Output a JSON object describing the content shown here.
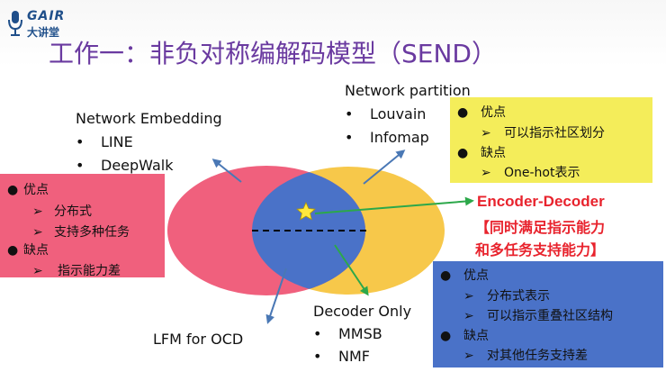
{
  "logo": {
    "brand": "GAIR",
    "brand_cn": "大讲堂"
  },
  "title": "工作一：非负对称编解码模型（SEND）",
  "network_embedding": {
    "heading": "Network Embedding",
    "items": [
      "LINE",
      "DeepWalk"
    ]
  },
  "network_partition": {
    "heading": "Network partition",
    "items": [
      "Louvain",
      "Infomap"
    ]
  },
  "decoder_only": {
    "heading": "Decoder Only",
    "items": [
      "MMSB",
      "NMF"
    ]
  },
  "lfm": {
    "label": "LFM for OCD"
  },
  "pink_box": {
    "pros_heading": "优点",
    "pros": [
      "分布式",
      "支持多种任务"
    ],
    "cons_heading": "缺点",
    "cons": [
      "指示能力差"
    ]
  },
  "yellow_box": {
    "pros_heading": "优点",
    "pros": [
      "可以指示社区划分"
    ],
    "cons_heading": "缺点",
    "cons": [
      "One-hot表示"
    ]
  },
  "blue_box": {
    "pros_heading": "优点",
    "pros": [
      "分布式表示",
      "可以指示重叠社区结构"
    ],
    "cons_heading": "缺点",
    "cons": [
      "对其他任务支持差"
    ]
  },
  "encoder_decoder": {
    "title": "Encoder-Decoder",
    "line1": "【同时满足指示能力",
    "line2": "和多任务支持能力】"
  },
  "colors": {
    "pink": "#f0607d",
    "yellow": "#f4ed5a",
    "blue": "#4a72c8",
    "title_purple": "#6a3aa0",
    "accent_red": "#e8232d",
    "arrow_blue": "#4a78b5",
    "arrow_green": "#2ca84a"
  }
}
